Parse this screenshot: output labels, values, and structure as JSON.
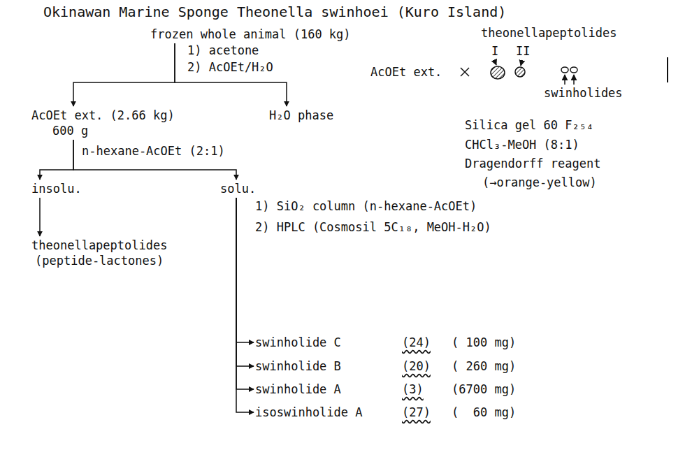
{
  "diagram": {
    "title": "Okinawan Marine Sponge Theonella swinhoei (Kuro Island)",
    "nodes": [
      {
        "text": [
          "frozen whole animal (160 kg)"
        ]
      },
      {
        "text": [
          "AcOEt ext. (2.66 kg)",
          "600 g"
        ]
      },
      {
        "text": [
          "H₂O phase"
        ]
      },
      {
        "text": [
          "insolu."
        ]
      },
      {
        "text": [
          "solu."
        ]
      },
      {
        "text": [
          "theonellapeptolides",
          "(peptide-lactones)"
        ]
      },
      {
        "text": [
          "swinholide C",
          "(24)",
          "( 100 mg)"
        ]
      },
      {
        "text": [
          "swinholide B",
          "(20)",
          "( 260 mg)"
        ]
      },
      {
        "text": [
          "swinholide A",
          "(3)",
          "(6700 mg)"
        ]
      },
      {
        "text": [
          "isoswinholide A",
          "(27)",
          "(  60 mg)"
        ]
      }
    ],
    "edges": [
      {
        "from": 0,
        "to": 1,
        "arrow": "to",
        "label": "1) acetone 2) AcOEt/H₂O"
      },
      {
        "from": 0,
        "to": 2,
        "arrow": "to"
      },
      {
        "from": 1,
        "to": 3,
        "arrow": "to",
        "label": "n-hexane-AcOEt (2:1)"
      },
      {
        "from": 1,
        "to": 4,
        "arrow": "to"
      },
      {
        "from": 3,
        "to": 5,
        "arrow": "to"
      },
      {
        "from": 4,
        "to": 6,
        "arrow": "to",
        "label": "1) SiO₂ column (n-hexane-AcOEt) 2) HPLC (Cosmosil 5C₁₈, MeOH-H₂O)"
      },
      {
        "from": 4,
        "to": 7,
        "arrow": "to"
      },
      {
        "from": 4,
        "to": 8,
        "arrow": "to"
      },
      {
        "from": 4,
        "to": 9,
        "arrow": "to"
      }
    ],
    "labels": [
      "theonellapeptolides",
      "I",
      "II",
      "AcOEt ext.",
      "swinholides",
      "Silica gel 60 F₂₅₄",
      "CHCl₃-MeOH (8:1)",
      "Dragendorff reagent",
      "(→orange-yellow)"
    ]
  }
}
